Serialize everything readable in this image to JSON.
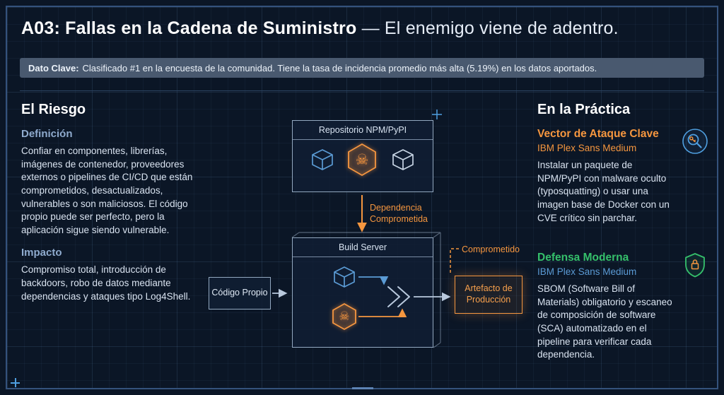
{
  "header": {
    "title_strong": "A03: Fallas en la Cadena de Suministro",
    "title_rest": " — El enemigo viene de adentro.",
    "dato_label": "Dato Clave:",
    "dato_text": "Clasificado #1 en la encuesta de la comunidad. Tiene la tasa de incidencia promedio más alta (5.19%) en los datos aportados."
  },
  "left": {
    "heading": "El Riesgo",
    "definicion_label": "Definición",
    "definicion_text": "Confiar en componentes, librerías, imágenes de contenedor, proveedores externos o pipelines de CI/CD que están comprometidos, desactualizados, vulnerables o son maliciosos. El código propio puede ser perfecto, pero la aplicación sigue siendo vulnerable.",
    "impacto_label": "Impacto",
    "impacto_text": "Compromiso total, introducción de backdoors, robo de datos mediante dependencias y ataques tipo Log4Shell."
  },
  "diagram": {
    "repo_title": "Repositorio NPM/PyPI",
    "dependency_label": "Dependencia Comprometida",
    "build_title": "Build Server",
    "codigo_label": "Código Propio",
    "comprometido_label": "Comprometido",
    "artefacto_label": "Artefacto de Producción"
  },
  "right": {
    "heading": "En la Práctica",
    "attack": {
      "title": "Vector de Ataque Clave",
      "subtitle": "IBM Plex Sans Medium",
      "text": "Instalar un paquete de NPM/PyPI con malware oculto (typosquatting) o usar una imagen base de Docker con un CVE crítico sin parchar."
    },
    "defense": {
      "title": "Defensa Moderna",
      "subtitle": "IBM Plex Sans Medium",
      "text": "SBOM (Software Bill of Materials) obligatorio y escaneo de composición de software (SCA) automatizado en el pipeline para verificar cada dependencia."
    }
  },
  "icons": {
    "skull": "☠"
  },
  "colors": {
    "background": "#0b1626",
    "frame_blue": "#34527c",
    "accent_orange": "#f5963f",
    "accent_blue": "#4f9fe0",
    "accent_green": "#35c06b",
    "steel": "#93a8c0",
    "bar_bg": "#49596f"
  }
}
